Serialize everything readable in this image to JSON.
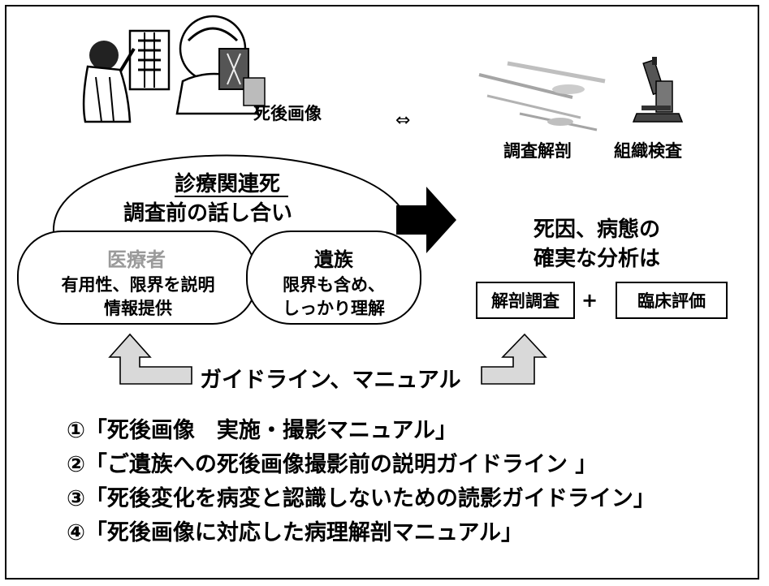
{
  "labels": {
    "postmortem_imaging": "死後画像",
    "exchange_symbol": "⇔",
    "investigative_autopsy": "調査解剖",
    "histology": "組織検査",
    "medical_death_title": "診療関連死",
    "medical_death_subtitle": "調査前の話し合い",
    "medical_staff_title": "医療者",
    "medical_staff_line1": "有用性、限界を説明",
    "medical_staff_line2": "情報提供",
    "family_title": "遺族",
    "family_line1": "限界も含め、",
    "family_line2": "しっかり理解",
    "analysis_line1": "死因、病態の",
    "analysis_line2": "確実な分析は",
    "autopsy_box": "解剖調査",
    "plus": "+",
    "clinical_box": "臨床評価",
    "guideline_heading": "ガイドライン、マニュアル"
  },
  "list": [
    "①「死後画像　実施・撮影マニュアル」",
    "②「ご遺族への死後画像撮影前の説明ガイドライン 」",
    "③「死後変化を病変と認識しないための読影ガイドライン」",
    "④「死後画像に対応した病理解剖マニュアル」"
  ],
  "colors": {
    "ink": "#000000",
    "faded_text": "#9a9a9a",
    "arrow_fill": "#d9d9d9"
  }
}
